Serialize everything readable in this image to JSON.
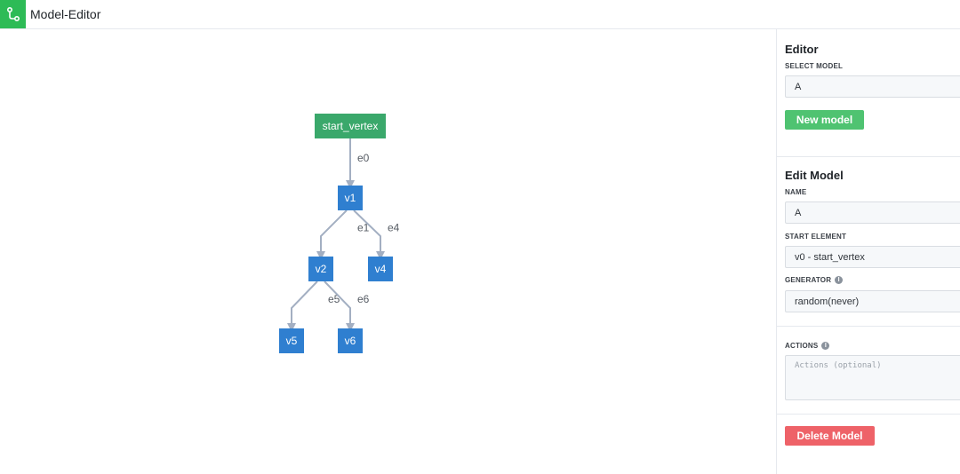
{
  "app": {
    "title": "Model-Editor"
  },
  "graph": {
    "vertices": [
      {
        "id": "start_vertex",
        "label": "start_vertex",
        "kind": "start",
        "color": "#3aa86b"
      },
      {
        "id": "v1",
        "label": "v1",
        "kind": "vertex",
        "color": "#2f7fd0"
      },
      {
        "id": "v2",
        "label": "v2",
        "kind": "vertex",
        "color": "#2f7fd0"
      },
      {
        "id": "v4",
        "label": "v4",
        "kind": "vertex",
        "color": "#2f7fd0"
      },
      {
        "id": "v5",
        "label": "v5",
        "kind": "vertex",
        "color": "#2f7fd0"
      },
      {
        "id": "v6",
        "label": "v6",
        "kind": "vertex",
        "color": "#2f7fd0"
      }
    ],
    "edges": [
      {
        "id": "e0",
        "label": "e0",
        "from": "start_vertex",
        "to": "v1"
      },
      {
        "id": "e1",
        "label": "e1",
        "from": "v1",
        "to": "v2"
      },
      {
        "id": "e4",
        "label": "e4",
        "from": "v1",
        "to": "v4"
      },
      {
        "id": "e5",
        "label": "e5",
        "from": "v2",
        "to": "v5"
      },
      {
        "id": "e6",
        "label": "e6",
        "from": "v2",
        "to": "v6"
      }
    ],
    "edge_color": "#a3afc2"
  },
  "editor": {
    "title": "Editor",
    "select_model_label": "SELECT MODEL",
    "select_model_value": "A",
    "new_model_label": "New model"
  },
  "edit_model": {
    "title": "Edit Model",
    "name_label": "NAME",
    "name_value": "A",
    "start_element_label": "START ELEMENT",
    "start_element_value": "v0 - start_vertex",
    "generator_label": "GENERATOR",
    "generator_value": "random(never)",
    "actions_label": "ACTIONS",
    "actions_placeholder": "Actions (optional)",
    "delete_label": "Delete Model"
  },
  "colors": {
    "accent_green": "#2dbb56",
    "button_green": "#4fc371",
    "button_red": "#ee6268"
  }
}
